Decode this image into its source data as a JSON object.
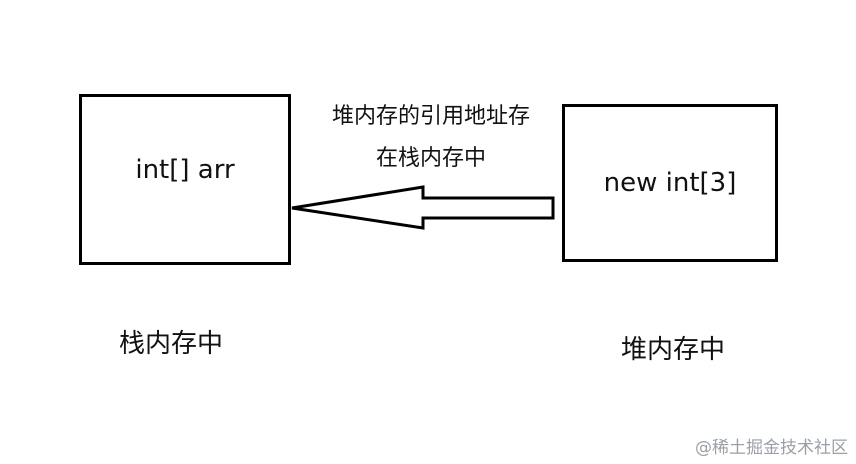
{
  "stack_box": {
    "text": "int[] arr"
  },
  "heap_box": {
    "text": "new int[3]"
  },
  "arrow_caption": {
    "line1": "堆内存的引用地址存",
    "line2": "在栈内存中"
  },
  "labels": {
    "stack": "栈内存中",
    "heap": "堆内存中"
  },
  "watermark": "@稀土掘金技术社区",
  "colors": {
    "stroke": "#000000",
    "text": "#111111",
    "watermark": "#9aa0a6"
  }
}
